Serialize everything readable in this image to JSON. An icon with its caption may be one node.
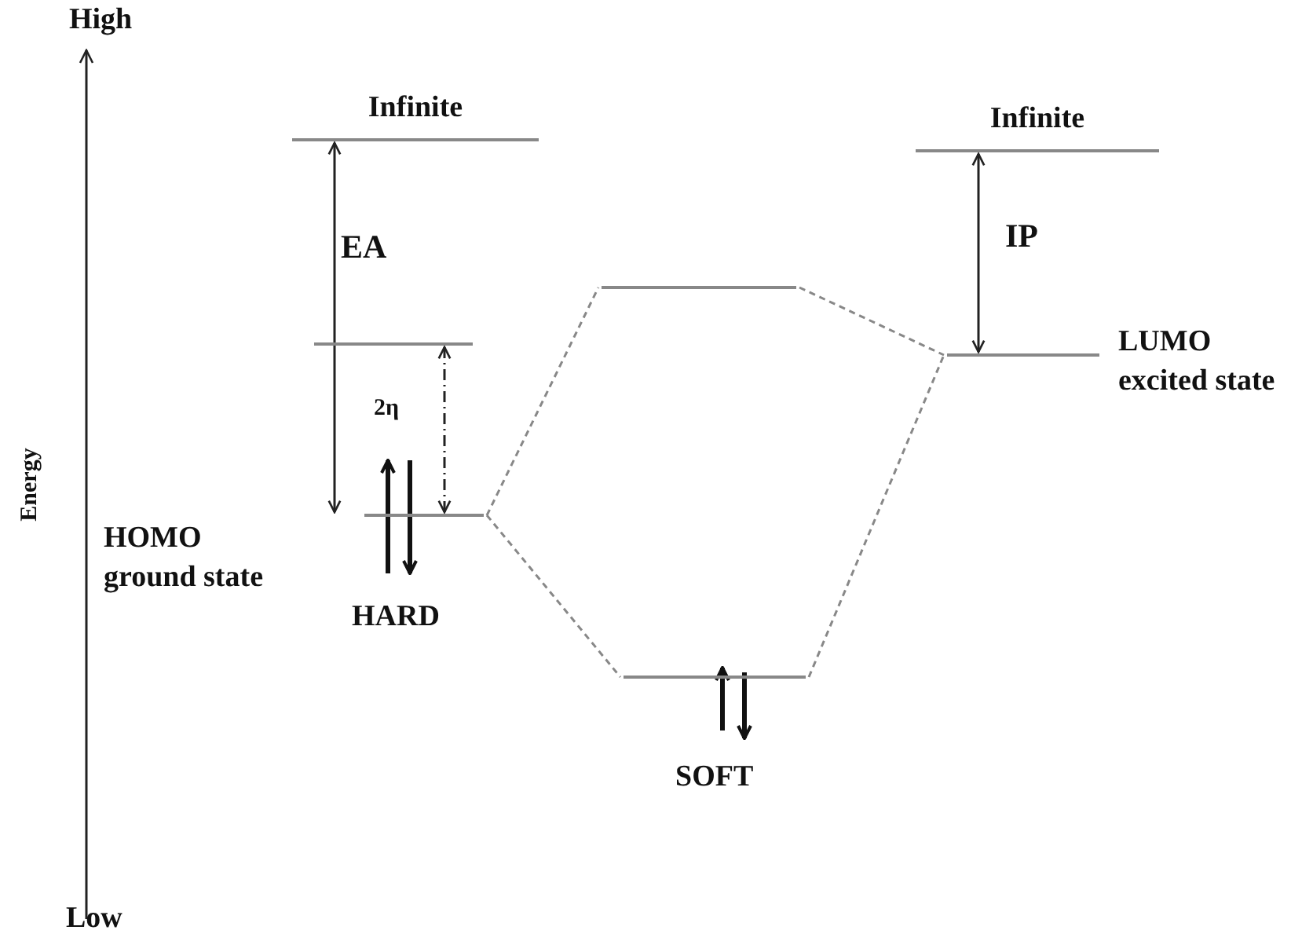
{
  "diagram": {
    "nodes": [
      {
        "text": [
          "Infinite"
        ]
      },
      {
        "text": [],
        "shape": "bar"
      },
      {
        "text": [],
        "shape": "bar",
        "beside": [
          "HOMO ground state",
          "HARD"
        ]
      },
      {
        "text": [],
        "shape": "bar"
      },
      {
        "text": [],
        "shape": "bar",
        "beside": [
          "SOFT"
        ]
      },
      {
        "text": [
          "Infinite"
        ]
      },
      {
        "text": [],
        "shape": "bar",
        "beside": [
          "LUMO excited state"
        ]
      }
    ],
    "edges": [
      {
        "from": 0,
        "to": 2,
        "arrow": "both",
        "label": "EA",
        "color": "#222222"
      },
      {
        "from": 1,
        "to": 2,
        "arrow": "both",
        "label": "2η",
        "style": "dashed",
        "color": "#222222"
      },
      {
        "from": 5,
        "to": 6,
        "arrow": "both",
        "label": "IP",
        "color": "#222222"
      },
      {
        "from": 2,
        "to": 3,
        "arrow": "none",
        "style": "dashed"
      },
      {
        "from": 2,
        "to": 4,
        "arrow": "none",
        "style": "dashed"
      },
      {
        "from": 3,
        "to": 6,
        "arrow": "none",
        "style": "dashed"
      },
      {
        "from": 4,
        "to": 6,
        "arrow": "none",
        "style": "dashed"
      }
    ],
    "labels": [
      "High",
      "Energy",
      "Low"
    ]
  }
}
